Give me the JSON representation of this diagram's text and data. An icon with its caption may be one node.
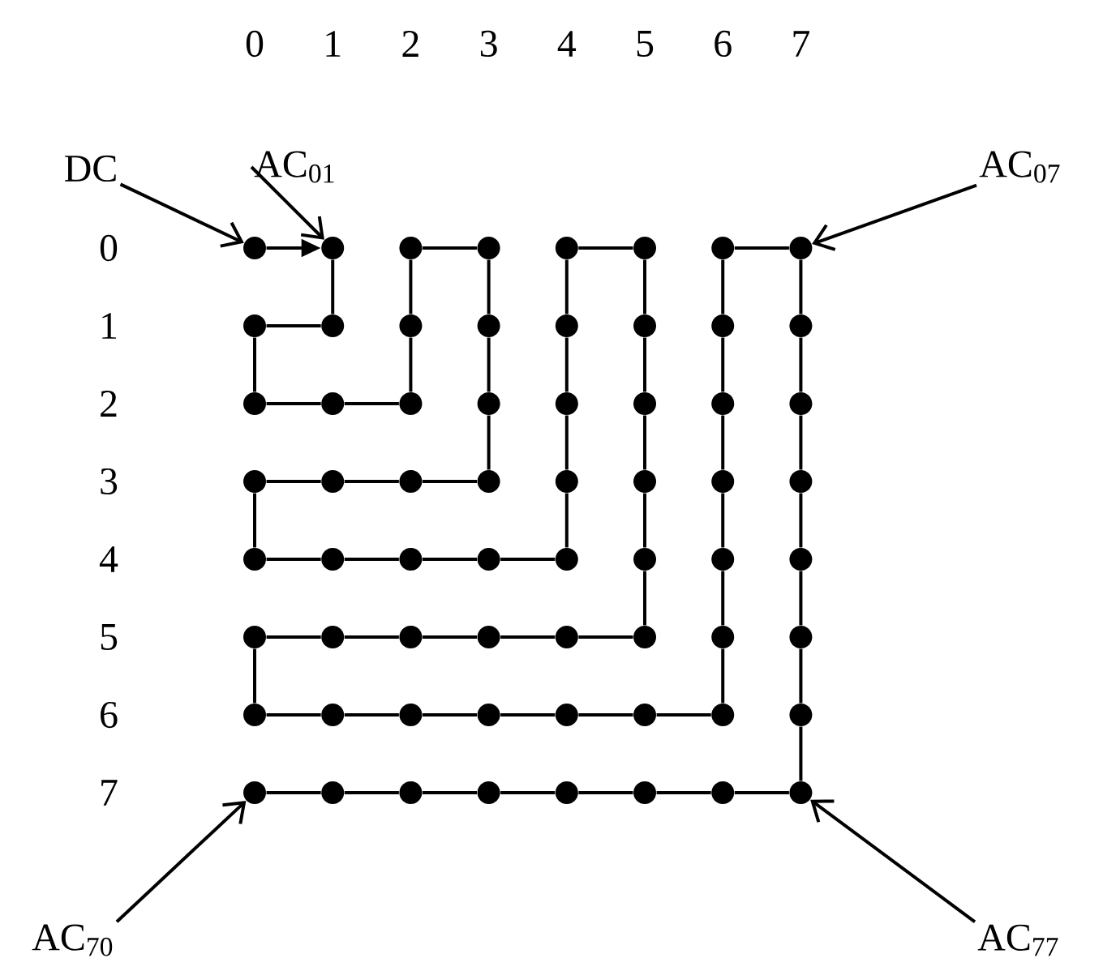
{
  "diagram": {
    "nodes": [
      {
        "text": [
          "DC"
        ]
      },
      {
        "text": [
          "AC$_{01}$"
        ]
      },
      {
        "text": [
          "AC$_{07}$"
        ]
      },
      {
        "text": [],
        "shape": "circle"
      },
      {
        "text": [],
        "shape": "circle"
      },
      {
        "text": [],
        "shape": "circle"
      },
      {
        "text": [],
        "shape": "circle"
      },
      {
        "text": [],
        "shape": "circle"
      },
      {
        "text": [],
        "shape": "circle"
      },
      {
        "text": [],
        "shape": "circle"
      },
      {
        "text": [],
        "shape": "circle"
      },
      {
        "text": [],
        "shape": "circle"
      },
      {
        "text": [],
        "shape": "circle"
      },
      {
        "text": [],
        "shape": "circle"
      },
      {
        "text": [],
        "shape": "circle"
      },
      {
        "text": [],
        "shape": "circle"
      },
      {
        "text": [],
        "shape": "circle"
      },
      {
        "text": [],
        "shape": "circle"
      },
      {
        "text": [],
        "shape": "circle"
      },
      {
        "text": [],
        "shape": "circle"
      },
      {
        "text": [],
        "shape": "circle"
      },
      {
        "text": [],
        "shape": "circle"
      },
      {
        "text": [],
        "shape": "circle"
      },
      {
        "text": [],
        "shape": "circle"
      },
      {
        "text": [],
        "shape": "circle"
      },
      {
        "text": [],
        "shape": "circle"
      },
      {
        "text": [],
        "shape": "circle"
      },
      {
        "text": [],
        "shape": "circle"
      },
      {
        "text": [],
        "shape": "circle"
      },
      {
        "text": [],
        "shape": "circle"
      },
      {
        "text": [],
        "shape": "circle"
      },
      {
        "text": [],
        "shape": "circle"
      },
      {
        "text": [],
        "shape": "circle"
      },
      {
        "text": [],
        "shape": "circle"
      },
      {
        "text": [],
        "shape": "circle"
      },
      {
        "text": [],
        "shape": "circle"
      },
      {
        "text": [],
        "shape": "circle"
      },
      {
        "text": [],
        "shape": "circle"
      },
      {
        "text": [],
        "shape": "circle"
      },
      {
        "text": [],
        "shape": "circle"
      },
      {
        "text": [],
        "shape": "circle"
      },
      {
        "text": [],
        "shape": "circle"
      },
      {
        "text": [],
        "shape": "circle"
      },
      {
        "text": [],
        "shape": "circle"
      },
      {
        "text": [],
        "shape": "circle"
      },
      {
        "text": [],
        "shape": "circle"
      },
      {
        "text": [],
        "shape": "circle"
      },
      {
        "text": [],
        "shape": "circle"
      },
      {
        "text": [],
        "shape": "circle"
      },
      {
        "text": [],
        "shape": "circle"
      },
      {
        "text": [],
        "shape": "circle"
      },
      {
        "text": [],
        "shape": "circle"
      },
      {
        "text": [],
        "shape": "circle"
      },
      {
        "text": [],
        "shape": "circle"
      },
      {
        "text": [],
        "shape": "circle"
      },
      {
        "text": [],
        "shape": "circle"
      },
      {
        "text": [],
        "shape": "circle"
      },
      {
        "text": [],
        "shape": "circle"
      },
      {
        "text": [],
        "shape": "circle"
      },
      {
        "text": [],
        "shape": "circle"
      },
      {
        "text": [],
        "shape": "circle"
      },
      {
        "text": [],
        "shape": "circle"
      },
      {
        "text": [],
        "shape": "circle"
      },
      {
        "text": [],
        "shape": "circle"
      },
      {
        "text": [],
        "shape": "circle"
      },
      {
        "text": [],
        "shape": "circle"
      },
      {
        "text": [],
        "shape": "circle"
      },
      {
        "text": [
          "AC$_{70}$"
        ]
      },
      {
        "text": [
          "AC$_{77}$"
        ]
      }
    ],
    "edges": [
      {
        "from": 3,
        "to": 4,
        "arrow": "to"
      },
      {
        "from": 4,
        "to": 12,
        "arrow": "none"
      },
      {
        "from": 12,
        "to": 11,
        "arrow": "none"
      },
      {
        "from": 11,
        "to": 19,
        "arrow": "none"
      },
      {
        "from": 19,
        "to": 20,
        "arrow": "none"
      },
      {
        "from": 20,
        "to": 21,
        "arrow": "none"
      },
      {
        "from": 21,
        "to": 13,
        "arrow": "none"
      },
      {
        "from": 13,
        "to": 5,
        "arrow": "none"
      },
      {
        "from": 5,
        "to": 6,
        "arrow": "none"
      },
      {
        "from": 6,
        "to": 14,
        "arrow": "none"
      },
      {
        "from": 14,
        "to": 22,
        "arrow": "none"
      },
      {
        "from": 22,
        "to": 30,
        "arrow": "none"
      },
      {
        "from": 30,
        "to": 29,
        "arrow": "none"
      },
      {
        "from": 29,
        "to": 28,
        "arrow": "none"
      },
      {
        "from": 28,
        "to": 27,
        "arrow": "none"
      },
      {
        "from": 27,
        "to": 35,
        "arrow": "none"
      },
      {
        "from": 35,
        "to": 36,
        "arrow": "none"
      },
      {
        "from": 36,
        "to": 37,
        "arrow": "none"
      },
      {
        "from": 37,
        "to": 38,
        "arrow": "none"
      },
      {
        "from": 38,
        "to": 39,
        "arrow": "none"
      },
      {
        "from": 39,
        "to": 31,
        "arrow": "none"
      },
      {
        "from": 31,
        "to": 23,
        "arrow": "none"
      },
      {
        "from": 23,
        "to": 15,
        "arrow": "none"
      },
      {
        "from": 15,
        "to": 7,
        "arrow": "none"
      },
      {
        "from": 7,
        "to": 8,
        "arrow": "none"
      },
      {
        "from": 8,
        "to": 16,
        "arrow": "none"
      },
      {
        "from": 16,
        "to": 24,
        "arrow": "none"
      },
      {
        "from": 24,
        "to": 32,
        "arrow": "none"
      },
      {
        "from": 32,
        "to": 40,
        "arrow": "none"
      },
      {
        "from": 40,
        "to": 48,
        "arrow": "none"
      },
      {
        "from": 48,
        "to": 47,
        "arrow": "none"
      },
      {
        "from": 47,
        "to": 46,
        "arrow": "none"
      },
      {
        "from": 46,
        "to": 45,
        "arrow": "none"
      },
      {
        "from": 45,
        "to": 44,
        "arrow": "none"
      },
      {
        "from": 44,
        "to": 43,
        "arrow": "none"
      },
      {
        "from": 43,
        "to": 51,
        "arrow": "none"
      },
      {
        "from": 51,
        "to": 52,
        "arrow": "none"
      },
      {
        "from": 52,
        "to": 53,
        "arrow": "none"
      },
      {
        "from": 53,
        "to": 54,
        "arrow": "none"
      },
      {
        "from": 54,
        "to": 55,
        "arrow": "none"
      },
      {
        "from": 55,
        "to": 56,
        "arrow": "none"
      },
      {
        "from": 56,
        "to": 57,
        "arrow": "none"
      },
      {
        "from": 57,
        "to": 49,
        "arrow": "none"
      },
      {
        "from": 49,
        "to": 41,
        "arrow": "none"
      },
      {
        "from": 41,
        "to": 33,
        "arrow": "none"
      },
      {
        "from": 33,
        "to": 25,
        "arrow": "none"
      },
      {
        "from": 25,
        "to": 17,
        "arrow": "none"
      },
      {
        "from": 17,
        "to": 9,
        "arrow": "none"
      },
      {
        "from": 9,
        "to": 10,
        "arrow": "none"
      },
      {
        "from": 10,
        "to": 18,
        "arrow": "none"
      },
      {
        "from": 18,
        "to": 26,
        "arrow": "none"
      },
      {
        "from": 26,
        "to": 34,
        "arrow": "none"
      },
      {
        "from": 34,
        "to": 42,
        "arrow": "none"
      },
      {
        "from": 42,
        "to": 50,
        "arrow": "none"
      },
      {
        "from": 50,
        "to": 58,
        "arrow": "none"
      },
      {
        "from": 58,
        "to": 66,
        "arrow": "none"
      },
      {
        "from": 66,
        "to": 65,
        "arrow": "none"
      },
      {
        "from": 65,
        "to": 64,
        "arrow": "none"
      },
      {
        "from": 64,
        "to": 63,
        "arrow": "none"
      },
      {
        "from": 63,
        "to": 62,
        "arrow": "none"
      },
      {
        "from": 62,
        "to": 61,
        "arrow": "none"
      },
      {
        "from": 61,
        "to": 60,
        "arrow": "none"
      },
      {
        "from": 60,
        "to": 59,
        "arrow": "none"
      },
      {
        "from": 0,
        "to": 3,
        "arrow": "to"
      },
      {
        "from": 1,
        "to": 4,
        "arrow": "to"
      },
      {
        "from": 2,
        "to": 10,
        "arrow": "to"
      },
      {
        "from": 67,
        "to": 59,
        "arrow": "to"
      },
      {
        "from": 68,
        "to": 66,
        "arrow": "to"
      }
    ],
    "labels": [
      "0",
      "1",
      "2",
      "3",
      "4",
      "5",
      "6",
      "7",
      "0",
      "1",
      "2",
      "3",
      "4",
      "5",
      "6",
      "7"
    ]
  }
}
